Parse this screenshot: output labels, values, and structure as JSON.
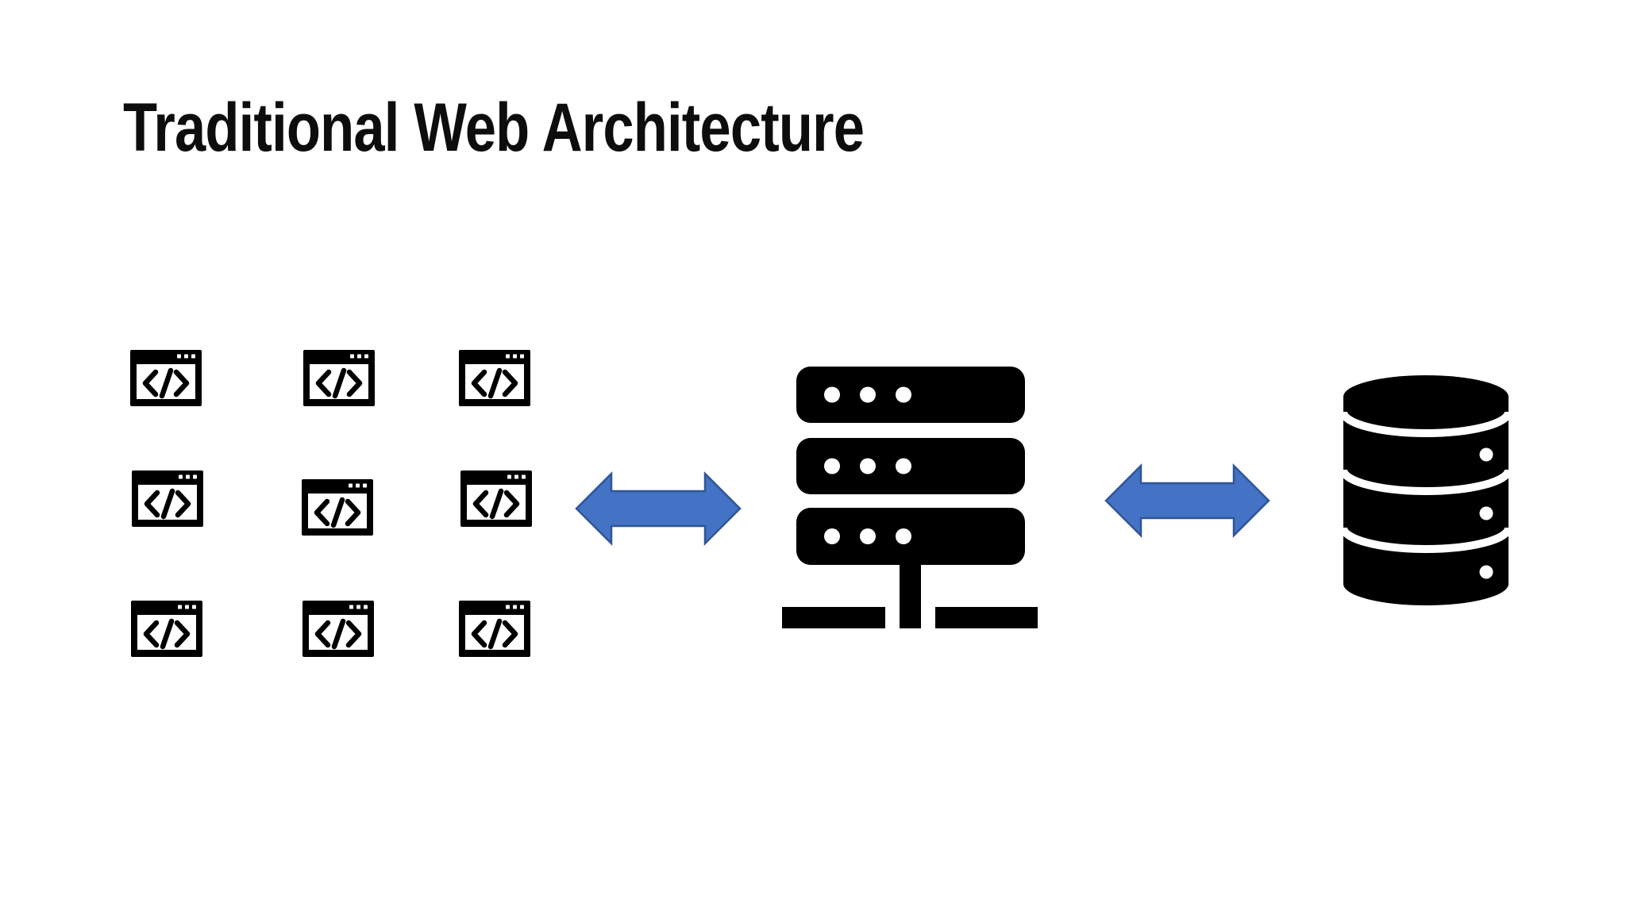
{
  "slide": {
    "title": "Traditional Web Architecture",
    "title_color": "#0d0d0d",
    "background_color": "#ffffff"
  },
  "diagram": {
    "clients": {
      "icon": "code-browser-window-icon",
      "count": 9,
      "rows": 3,
      "columns": 3,
      "code_glyph": "</>"
    },
    "server": {
      "icon": "server-rack-icon",
      "units": 3,
      "dots_per_unit": 3
    },
    "database": {
      "icon": "database-cylinder-icon",
      "platters": 3
    },
    "arrows": [
      {
        "id": "clients-server-arrow",
        "direction": "bidirectional"
      },
      {
        "id": "server-database-arrow",
        "direction": "bidirectional"
      }
    ],
    "arrow_fill": "#4472C4",
    "arrow_stroke": "#2F5597",
    "icon_color": "#000000"
  }
}
